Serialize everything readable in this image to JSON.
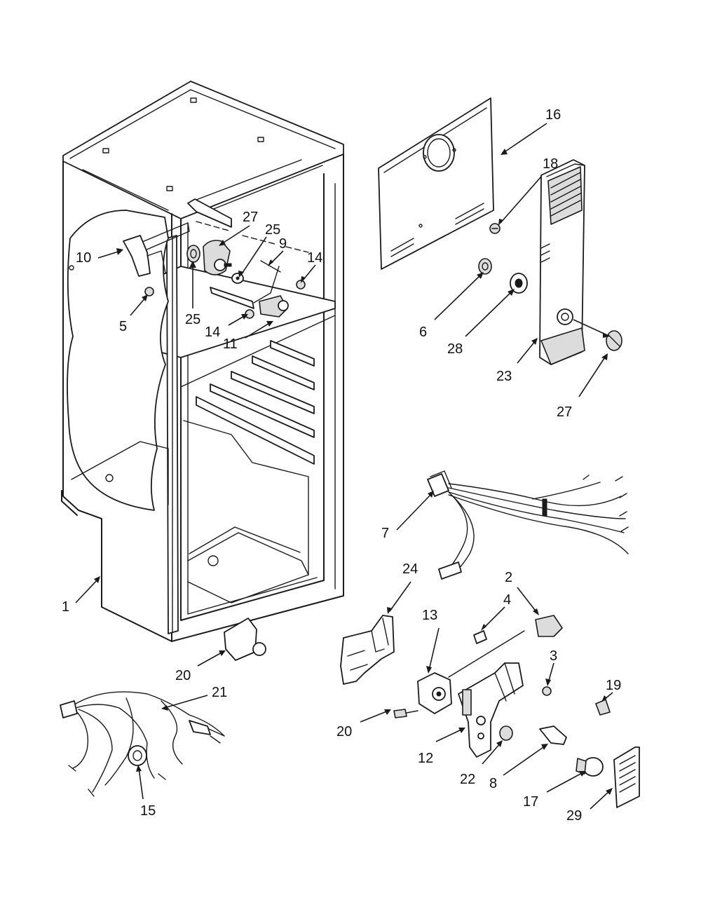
{
  "callouts": [
    {
      "id": "c1",
      "text": "1"
    },
    {
      "id": "c2",
      "text": "2"
    },
    {
      "id": "c3",
      "text": "3"
    },
    {
      "id": "c4",
      "text": "4"
    },
    {
      "id": "c5",
      "text": "5"
    },
    {
      "id": "c6",
      "text": "6"
    },
    {
      "id": "c7",
      "text": "7"
    },
    {
      "id": "c8",
      "text": "8"
    },
    {
      "id": "c9",
      "text": "9"
    },
    {
      "id": "c10",
      "text": "10"
    },
    {
      "id": "c11",
      "text": "11"
    },
    {
      "id": "c12",
      "text": "12"
    },
    {
      "id": "c13",
      "text": "13"
    },
    {
      "id": "c14a",
      "text": "14"
    },
    {
      "id": "c14b",
      "text": "14"
    },
    {
      "id": "c15",
      "text": "15"
    },
    {
      "id": "c16",
      "text": "16"
    },
    {
      "id": "c17",
      "text": "17"
    },
    {
      "id": "c18",
      "text": "18"
    },
    {
      "id": "c19",
      "text": "19"
    },
    {
      "id": "c20a",
      "text": "20"
    },
    {
      "id": "c20b",
      "text": "20"
    },
    {
      "id": "c21",
      "text": "21"
    },
    {
      "id": "c22",
      "text": "22"
    },
    {
      "id": "c23",
      "text": "23"
    },
    {
      "id": "c24",
      "text": "24"
    },
    {
      "id": "c25a",
      "text": "25"
    },
    {
      "id": "c25b",
      "text": "25"
    },
    {
      "id": "c27a",
      "text": "27"
    },
    {
      "id": "c27b",
      "text": "27"
    },
    {
      "id": "c28",
      "text": "28"
    },
    {
      "id": "c29",
      "text": "29"
    }
  ]
}
